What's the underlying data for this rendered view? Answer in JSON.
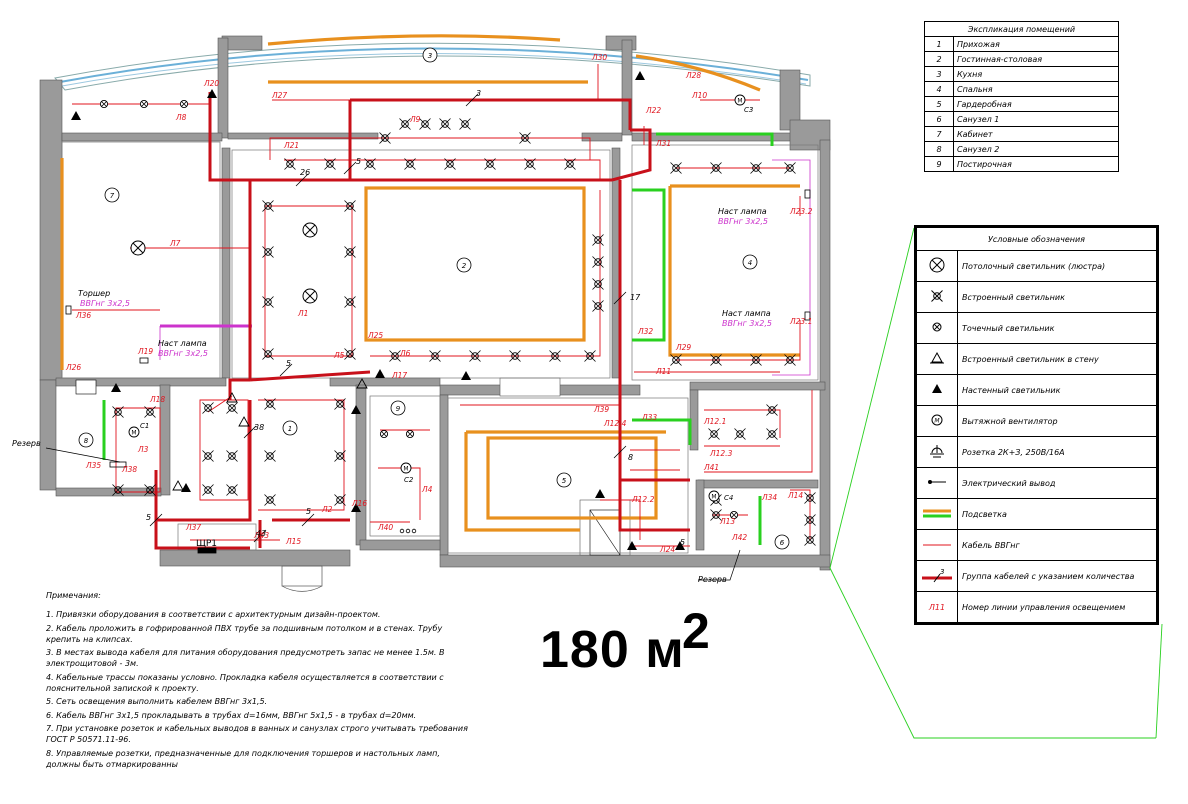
{
  "explication": {
    "title": "Экспликация помещений",
    "rooms": [
      {
        "num": "1",
        "name": "Прихожая"
      },
      {
        "num": "2",
        "name": "Гостинная-столовая"
      },
      {
        "num": "3",
        "name": "Кухня"
      },
      {
        "num": "4",
        "name": "Спальня"
      },
      {
        "num": "5",
        "name": "Гардеробная"
      },
      {
        "num": "6",
        "name": "Санузел 1"
      },
      {
        "num": "7",
        "name": "Кабинет"
      },
      {
        "num": "8",
        "name": "Санузел 2"
      },
      {
        "num": "9",
        "name": "Постирочная"
      }
    ]
  },
  "legend": {
    "title": "Условные обозначения",
    "items": [
      {
        "icon": "chandelier-icon",
        "label": "Потолочный светильник (люстра)"
      },
      {
        "icon": "recessed-light-icon",
        "label": "Встроенный светильник"
      },
      {
        "icon": "spot-light-icon",
        "label": "Точечный светильник"
      },
      {
        "icon": "wall-recessed-light-icon",
        "label": "Встроенный светильник в стену"
      },
      {
        "icon": "wall-light-icon",
        "label": "Настенный светильник"
      },
      {
        "icon": "exhaust-fan-icon",
        "label": "Вытяжной вентилятор"
      },
      {
        "icon": "socket-icon",
        "label": "Розетка 2К+З, 250В/16А"
      },
      {
        "icon": "electric-outlet-icon",
        "label": "Электрический вывод"
      },
      {
        "icon": "backlight-line-icon",
        "label": "Подсветка"
      },
      {
        "icon": "cable-line-icon",
        "label": "Кабель ВВГнг"
      },
      {
        "icon": "cable-group-icon",
        "label": "Группа кабелей с указанием количества",
        "symbol": "3"
      },
      {
        "icon": "line-number-icon",
        "label": "Номер линии управления освещением",
        "symbol": "Л11"
      }
    ]
  },
  "notes": {
    "title": "Примечания:",
    "items": [
      "1. Привязки оборудования в соответствии с архитектурным дизайн-проектом.",
      "2. Кабель проложить в гофрированной ПВХ трубе за подшивным потолком и в стенах. Трубу крепить на клипсах.",
      "3. В местах вывода кабеля для питания оборудования предусмотреть запас не менее 1.5м. В электрощитовой - 3м.",
      "4. Кабельные трассы показаны условно. Прокладка кабеля осуществляется в соответствии с пояснительной запиской к проекту.",
      "5. Сеть освещения выполнить кабелем ВВГнг 3х1,5.",
      "6. Кабель ВВГнг 3х1,5 прокладывать в трубах d=16мм, ВВГнг 5х1,5 - в трубах d=20мм.",
      "7. При установке розеток и кабельных выводов в ванных и санузлах строго учитывать требования ГОСТ Р 50571.11-96.",
      "8. Управляемые розетки, предназначенные для подключения торшеров и настольных ламп, должны быть отмаркированны"
    ]
  },
  "area": {
    "value": "180 м",
    "sup": "2"
  },
  "plan": {
    "rooms": [
      "1",
      "2",
      "3",
      "4",
      "5",
      "6",
      "7",
      "8",
      "9"
    ],
    "lines": [
      "Л1",
      "Л2",
      "Л3",
      "Л4",
      "Л5",
      "Л6",
      "Л7",
      "Л8",
      "Л9",
      "Л10",
      "Л11",
      "Л12.1",
      "Л12.2",
      "Л12.3",
      "Л12.4",
      "Л13",
      "Л14",
      "Л15",
      "Л16",
      "Л17",
      "Л18",
      "Л19",
      "Л20",
      "Л21",
      "Л22",
      "Л23.1",
      "Л23.2",
      "Л24",
      "Л25",
      "Л26",
      "Л27",
      "Л28",
      "Л29",
      "Л30",
      "Л31",
      "Л32",
      "Л33",
      "Л34",
      "Л35",
      "Л36",
      "Л37",
      "Л38",
      "Л39",
      "Л40",
      "Л41",
      "Л42",
      "Л43"
    ],
    "groups": [
      "3",
      "5",
      "26",
      "5",
      "17",
      "5",
      "38",
      "8",
      "5",
      "5",
      "43"
    ],
    "lamp_label": "Наст лампа",
    "lamp_cable": "ВВГнг 3х2,5",
    "torsher_label": "Торшер",
    "torsher_cable": "ВВГнг 3х2,5",
    "shield": "ЩР1",
    "reserve": "Резерв",
    "fan_labels": [
      "С1",
      "С2",
      "С3",
      "С4"
    ]
  },
  "colors": {
    "cable": "#e0141e",
    "backlight": "#e8901e",
    "green": "#29d01f",
    "magenta": "#cc33cc",
    "wall": "#909090"
  }
}
